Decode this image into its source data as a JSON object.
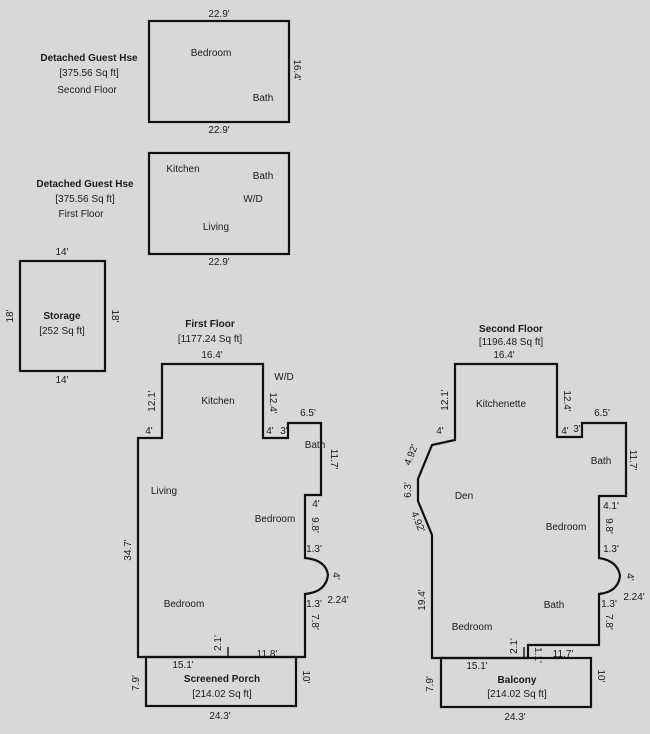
{
  "guest_second": {
    "title": "Detached Guest Hse",
    "area": "[375.56 Sq ft]",
    "floor": "Second Floor",
    "rooms": {
      "bedroom": "Bedroom",
      "bath": "Bath"
    },
    "dims": {
      "top": "22.9'",
      "bottom": "22.9'",
      "right": "16.4'"
    }
  },
  "guest_first": {
    "title": "Detached Guest Hse",
    "area": "[375.56 Sq ft]",
    "floor": "First Floor",
    "rooms": {
      "kitchen": "Kitchen",
      "bath": "Bath",
      "wd": "W/D",
      "living": "Living"
    },
    "dims": {
      "bottom": "22.9'"
    }
  },
  "storage": {
    "title": "Storage",
    "area": "[252 Sq ft]",
    "dims": {
      "top": "14'",
      "bottom": "14'",
      "left": "18'",
      "right": "18'"
    }
  },
  "first_floor": {
    "title": "First Floor",
    "area": "[1177.24 Sq ft]",
    "rooms": {
      "kitchen": "Kitchen",
      "wd": "W/D",
      "bath": "Bath",
      "living": "Living",
      "bedroom1": "Bedroom",
      "bedroom2": "Bedroom"
    },
    "dims": {
      "top": "16.4'",
      "kitchen_left": "12.1'",
      "step_left": "4'",
      "left": "34.7'",
      "kitchen_right": "12.4'",
      "notch_w": "4'",
      "notch_h": "3'",
      "bath_top": "6.5'",
      "bath_right": "11.7'",
      "step_mid": "4'",
      "wall_98": "9.8'",
      "wall_13a": "1.3'",
      "bay_4": "4'",
      "bay_224": "2.24'",
      "wall_13b": "1.3'",
      "wall_78": "7.8'",
      "inner_21": "2.1'",
      "bottom_left": "15.1'",
      "bottom_right": "11.8'"
    }
  },
  "screened_porch": {
    "title": "Screened Porch",
    "area": "[214.02 Sq ft]",
    "dims": {
      "bottom": "24.3'",
      "left": "7.9'",
      "right": "10'"
    }
  },
  "second_floor": {
    "title": "Second Floor",
    "area": "[1196.48 Sq ft]",
    "rooms": {
      "kitchenette": "Kitchenette",
      "den": "Den",
      "bath1": "Bath",
      "bedroom": "Bedroom",
      "bath2": "Bath",
      "bedroom2": "Bedroom"
    },
    "dims": {
      "top": "16.4'",
      "kitchen_left": "12.1'",
      "step_left": "4'",
      "diag_upper": "4.92'",
      "left_63": "6.3'",
      "diag_lower": "4.92'",
      "left": "19.4'",
      "kitchen_right": "12.4'",
      "notch_w": "4'",
      "notch_h": "3'",
      "bath_top": "6.5'",
      "bath_right": "11.7'",
      "step_mid": "4.1'",
      "wall_98": "9.8'",
      "wall_13a": "1.3'",
      "bay_4": "4'",
      "bay_224": "2.24'",
      "wall_13b": "1.3'",
      "wall_78": "7.8'",
      "inner_21": "2.1'",
      "inner_11": "1.1'",
      "bottom_left": "15.1'",
      "bottom_right": "11.7'"
    }
  },
  "balcony": {
    "title": "Balcony",
    "area": "[214.02 Sq ft]",
    "dims": {
      "bottom": "24.3'",
      "left": "7.9'",
      "right": "10'"
    }
  }
}
